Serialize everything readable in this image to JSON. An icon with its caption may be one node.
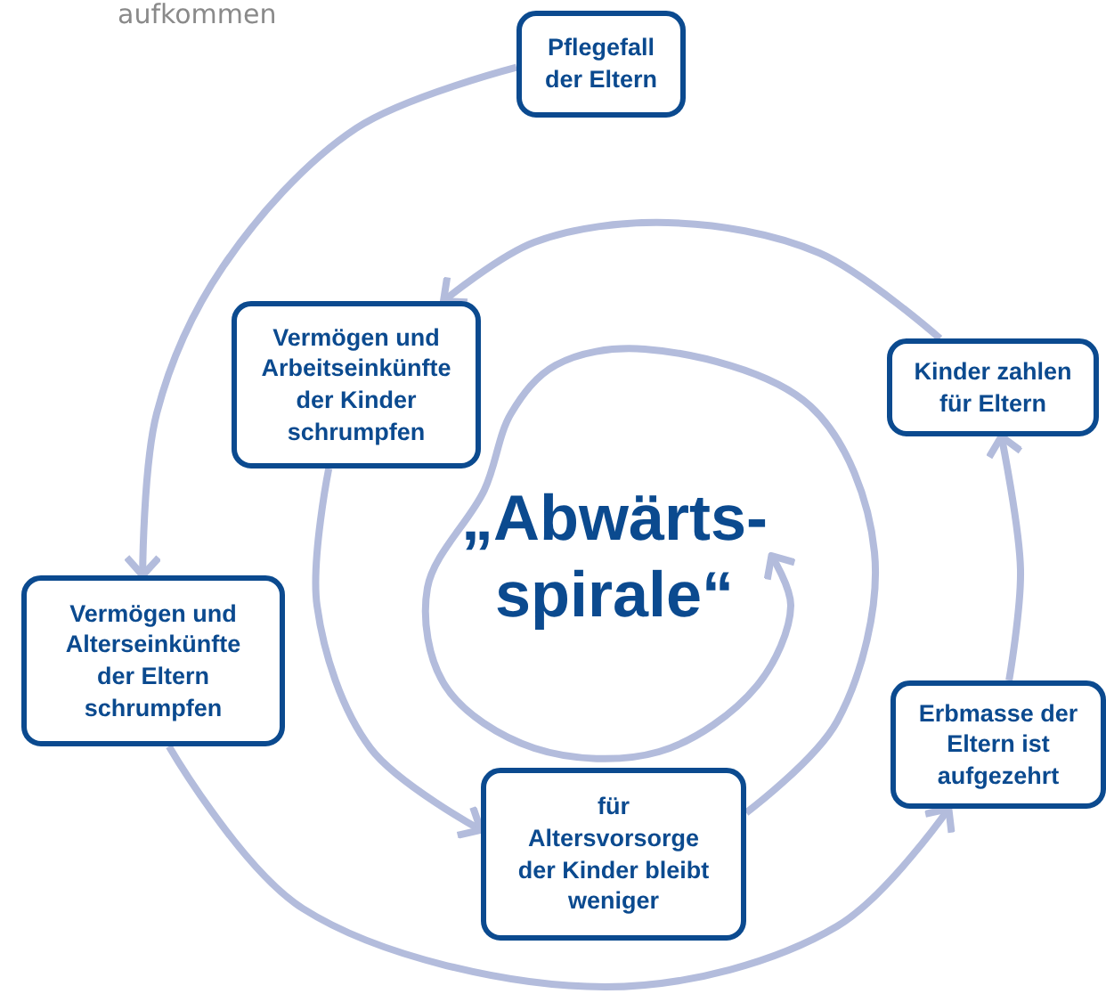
{
  "diagram": {
    "nodes": [
      {
        "text": [
          "Pflegefall der Eltern"
        ]
      },
      {
        "text": [
          "Vermögen und Alterseinkünfte der Eltern schrumpfen"
        ]
      },
      {
        "text": [
          "Erbmasse der Eltern ist aufgezehrt"
        ]
      },
      {
        "text": [
          "Kinder zahlen für Eltern"
        ]
      },
      {
        "text": [
          "Vermögen und Arbeitseinkünfte der Kinder schrumpfen"
        ]
      },
      {
        "text": [
          "für Altersvorsorge der Kinder bleibt weniger"
        ]
      },
      {
        "text": [
          "„Abwärts- spirale“"
        ]
      }
    ],
    "edges": [
      {
        "from": 0,
        "to": 1,
        "arrow": "to"
      },
      {
        "from": 1,
        "to": 2,
        "arrow": "to"
      },
      {
        "from": 2,
        "to": 3,
        "arrow": "to"
      },
      {
        "from": 3,
        "to": 4,
        "arrow": "to"
      },
      {
        "from": 4,
        "to": 5,
        "arrow": "to"
      },
      {
        "from": 5,
        "to": 6,
        "arrow": "to"
      }
    ],
    "labels": [
      "aufkommen"
    ]
  }
}
